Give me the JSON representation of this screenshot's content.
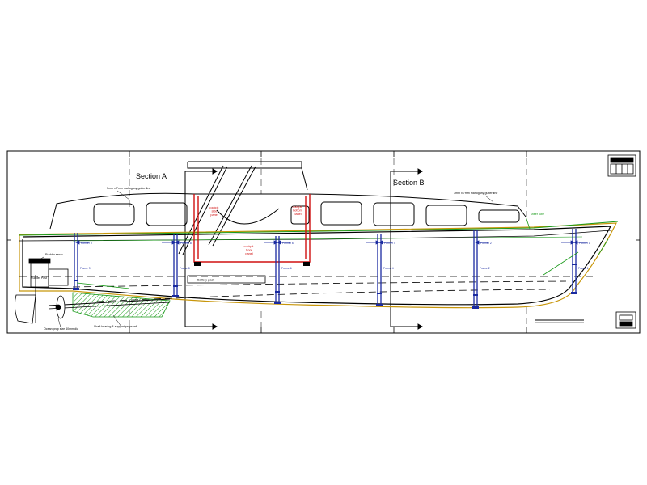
{
  "sections": {
    "a": "Section A",
    "b": "Section B"
  },
  "labels": {
    "gutter_left": "3mm x 7mm mahogany gutter line",
    "gutter_right": "3mm x 7mm mahogany gutter line",
    "cockpit_side": "cockpit\nside\npanel",
    "cockpit_bottom": "cockpit\nbottom\npanel",
    "cockpit_floor": "cockpit\nfloor\npanel",
    "battery": "Battery pack",
    "rudder_servo": "Rudder servo",
    "rudder_post": "Rudder Post",
    "prop": "Ocean prop size 40mm dia",
    "shaft": "Shaft bearing & support propshaft",
    "sheer": "sheer tube",
    "former_9": "Former 9",
    "former_8": "Former 8",
    "former_6": "Former 6",
    "former_4": "Former 4",
    "former_2": "Former 2",
    "former_1": "Former 1"
  },
  "frames": [
    "Frame 9",
    "Frame 8",
    "Frame 6",
    "Frame 4",
    "Frame 2",
    "Frame 1"
  ],
  "colors": {
    "outline": "#000000",
    "hull_skin": "#c8960a",
    "waterline": "#1a9a1a",
    "frames": "#1a2aa0",
    "cockpit": "#d01010",
    "keel_hatch": "#1a9a1a"
  }
}
